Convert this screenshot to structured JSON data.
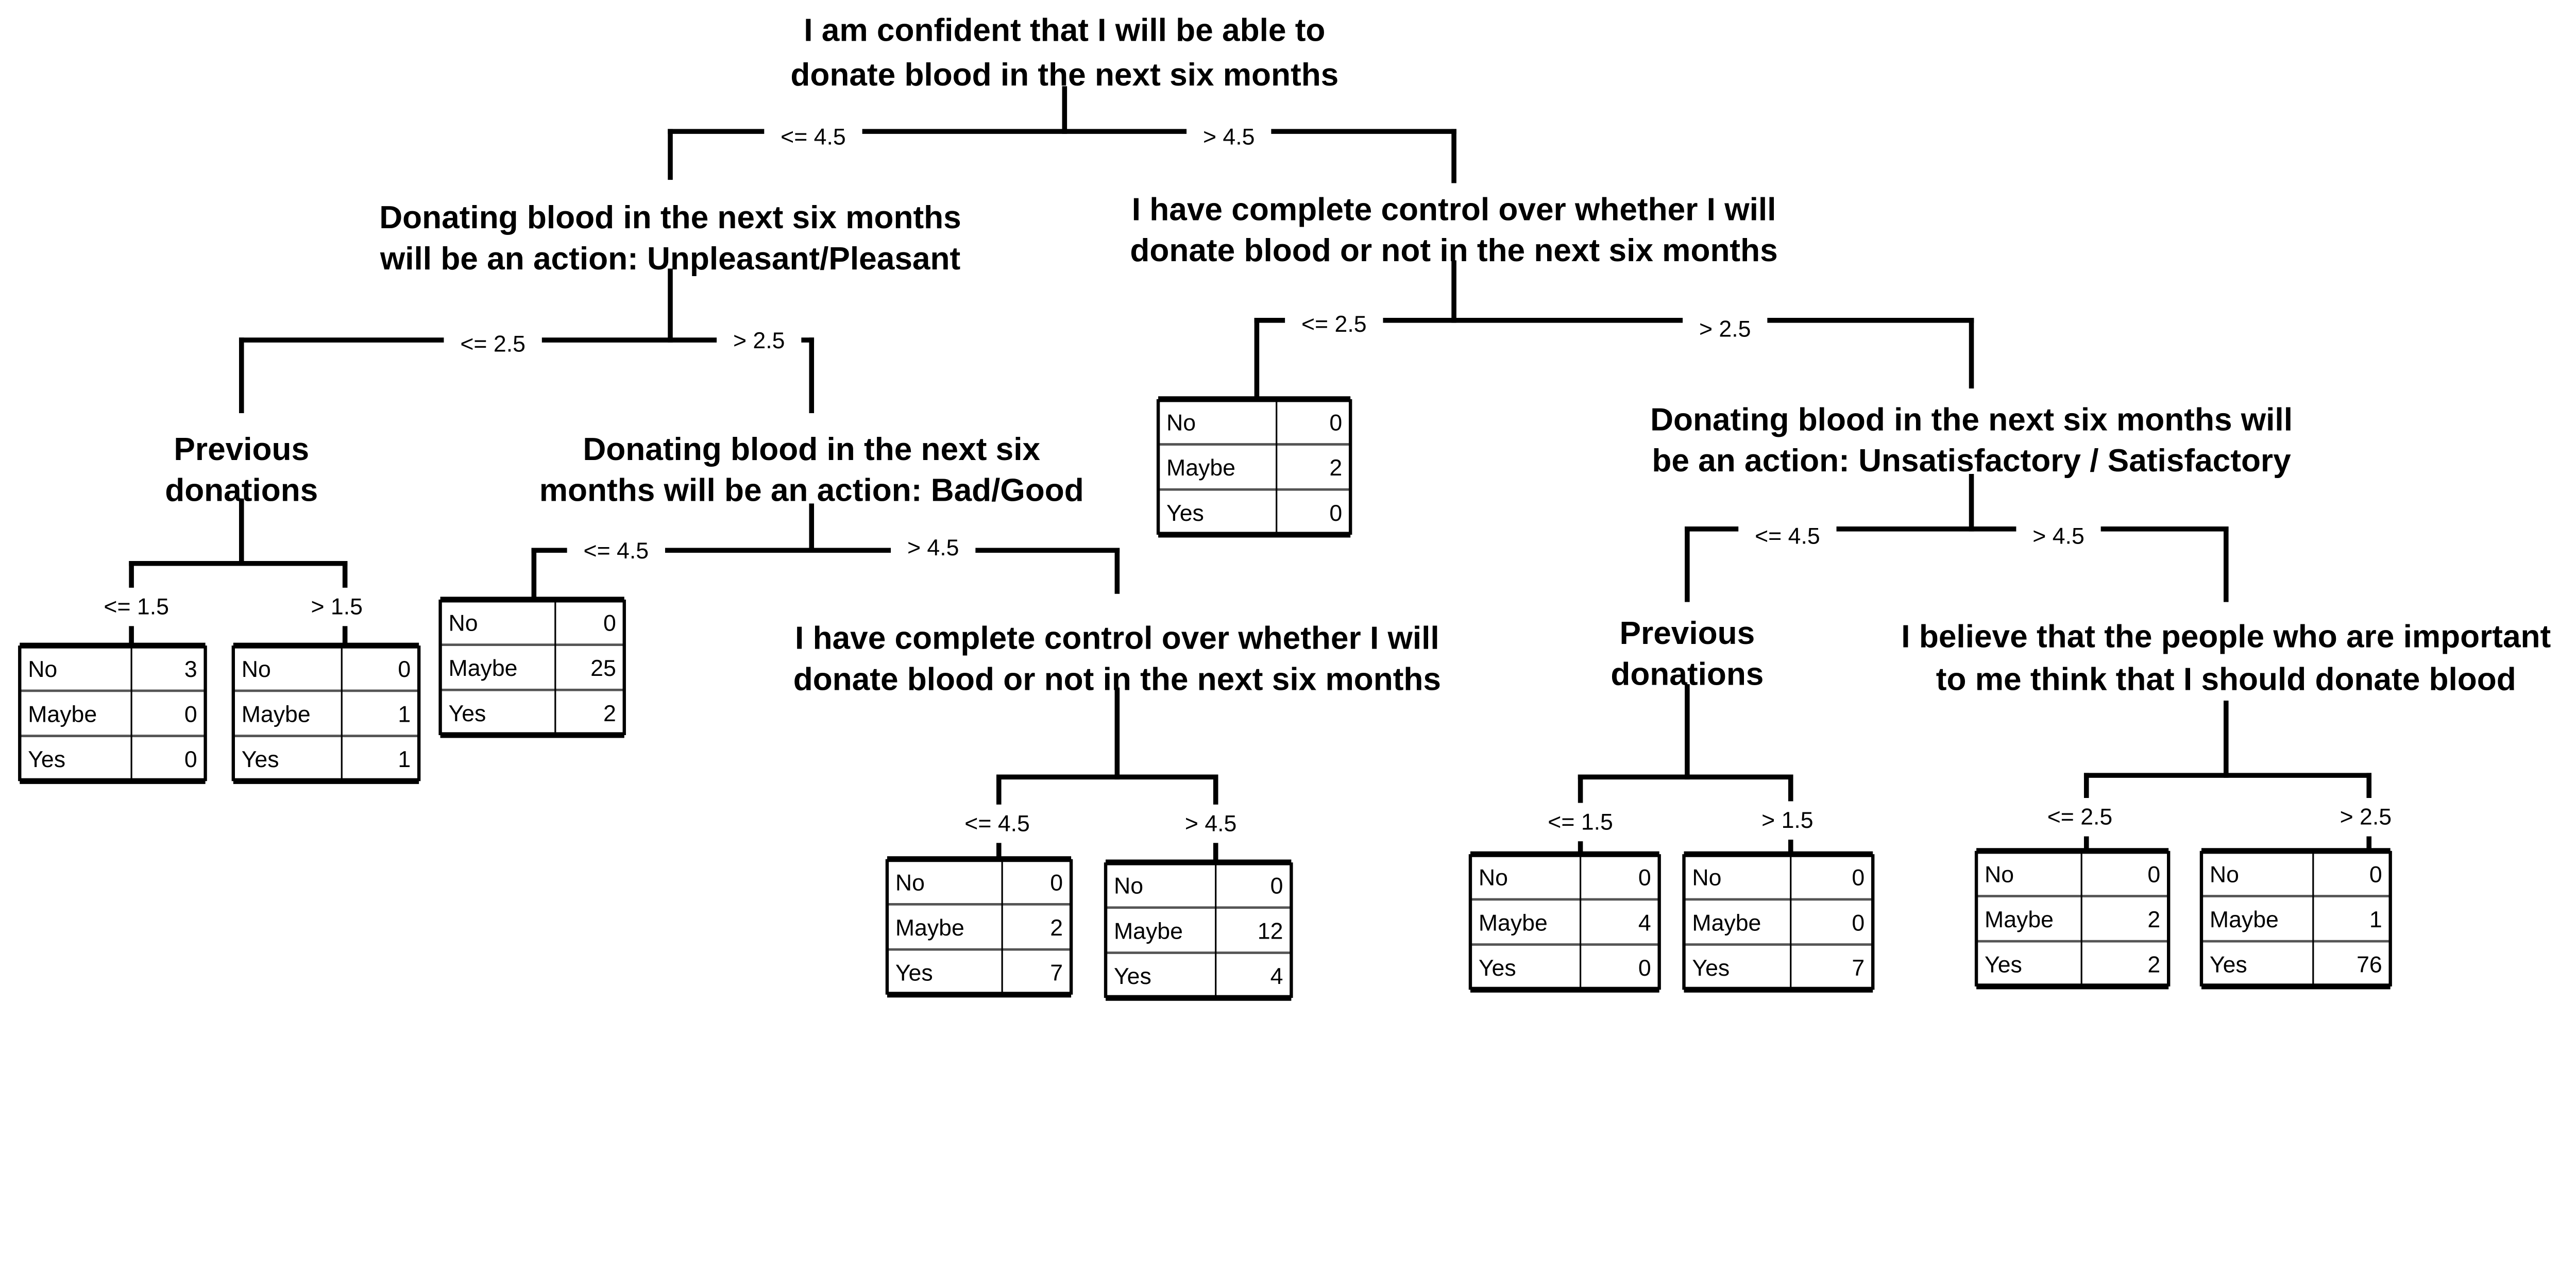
{
  "nodes": {
    "root": [
      "I am confident that I will be able to",
      "donate blood in the next six months"
    ],
    "pleasant": [
      "Donating blood in the next six months",
      "will be an action: Unpleasant/Pleasant"
    ],
    "control_upper": [
      "I have complete control over whether I will",
      "donate blood or not in the next six months"
    ],
    "prev_left": [
      "Previous",
      "donations"
    ],
    "badgood": [
      "Donating blood in the next six",
      "months will be an action: Bad/Good"
    ],
    "control_lower": [
      "I have complete control over whether I will",
      "donate blood or not in the next six months"
    ],
    "satisfactory": [
      "Donating blood in the next six months will",
      "be an action: Unsatisfactory / Satisfactory"
    ],
    "prev_right": [
      "Previous",
      "donations"
    ],
    "important": [
      "I believe that the people who are important",
      "to me think that I should donate blood"
    ]
  },
  "edge_labels": {
    "root_le": "<= 4.5",
    "root_gt": "> 4.5",
    "pleasant_le": "<= 2.5",
    "pleasant_gt": "> 2.5",
    "control_upper_le": "<= 2.5",
    "control_upper_gt": "> 2.5",
    "prev_left_le": "<= 1.5",
    "prev_left_gt": "> 1.5",
    "badgood_le": "<= 4.5",
    "badgood_gt": "> 4.5",
    "control_lower_le": "<= 4.5",
    "control_lower_gt": "> 4.5",
    "satisfactory_le": "<= 4.5",
    "satisfactory_gt": "> 4.5",
    "prev_right_le": "<= 1.5",
    "prev_right_gt": "> 1.5",
    "important_le": "<= 2.5",
    "important_gt": "> 2.5"
  },
  "class_labels": [
    "No",
    "Maybe",
    "Yes"
  ],
  "leaves": {
    "prev_left_le": [
      3,
      0,
      0
    ],
    "prev_left_gt": [
      0,
      1,
      1
    ],
    "badgood_le": [
      0,
      25,
      2
    ],
    "control_lower_le": [
      0,
      2,
      7
    ],
    "control_lower_gt": [
      0,
      12,
      4
    ],
    "control_upper_le": [
      0,
      2,
      0
    ],
    "prev_right_le": [
      0,
      4,
      0
    ],
    "prev_right_gt": [
      0,
      0,
      7
    ],
    "important_le": [
      0,
      2,
      2
    ],
    "important_gt": [
      0,
      1,
      76
    ]
  },
  "colors": {
    "line": "#000000",
    "background": "#ffffff",
    "cell_divider": "#555555"
  }
}
